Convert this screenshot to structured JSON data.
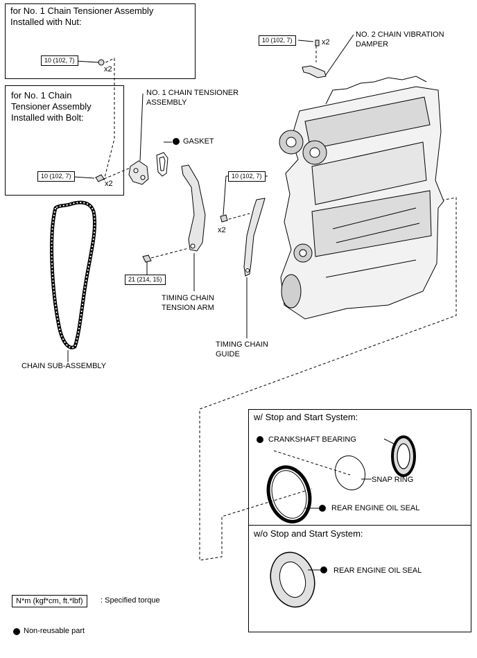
{
  "boxes": {
    "nut_variant": "for No. 1 Chain Tensioner Assembly\nInstalled with Nut:",
    "bolt_variant": "for No. 1 Chain\nTensioner Assembly\nInstalled with Bolt:",
    "with_stop_start": "w/ Stop and Start System:",
    "without_stop_start": "w/o Stop and Start System:"
  },
  "torque": {
    "nut_torque": "10 (102, 7)",
    "bolt_torque": "10 (102, 7)",
    "damper_torque": "10 (102, 7)",
    "guide_torque": "10 (102, 7)",
    "arm_torque": "21 (214, 15)"
  },
  "quantities": {
    "nut_qty": "x2",
    "bolt_qty": "x2",
    "damper_qty": "x2",
    "guide_qty": "x2"
  },
  "labels": {
    "chain_vibration_damper": "NO. 2 CHAIN VIBRATION\nDAMPER",
    "chain_tensioner": "NO. 1 CHAIN TENSIONER\nASSEMBLY",
    "gasket": "GASKET",
    "tension_arm": "TIMING CHAIN\nTENSION ARM",
    "chain_guide": "TIMING CHAIN\nGUIDE",
    "chain_sub_assembly": "CHAIN SUB-ASSEMBLY",
    "crankshaft_bearing": "CRANKSHAFT BEARING",
    "snap_ring": "SNAP RING",
    "rear_oil_seal_1": "REAR ENGINE OIL SEAL",
    "rear_oil_seal_2": "REAR ENGINE OIL SEAL"
  },
  "legend": {
    "torque_unit": "N*m (kgf*cm, ft.*lbf)",
    "torque_desc": ": Specified torque",
    "nonreusable_desc": "Non-reusable part"
  }
}
